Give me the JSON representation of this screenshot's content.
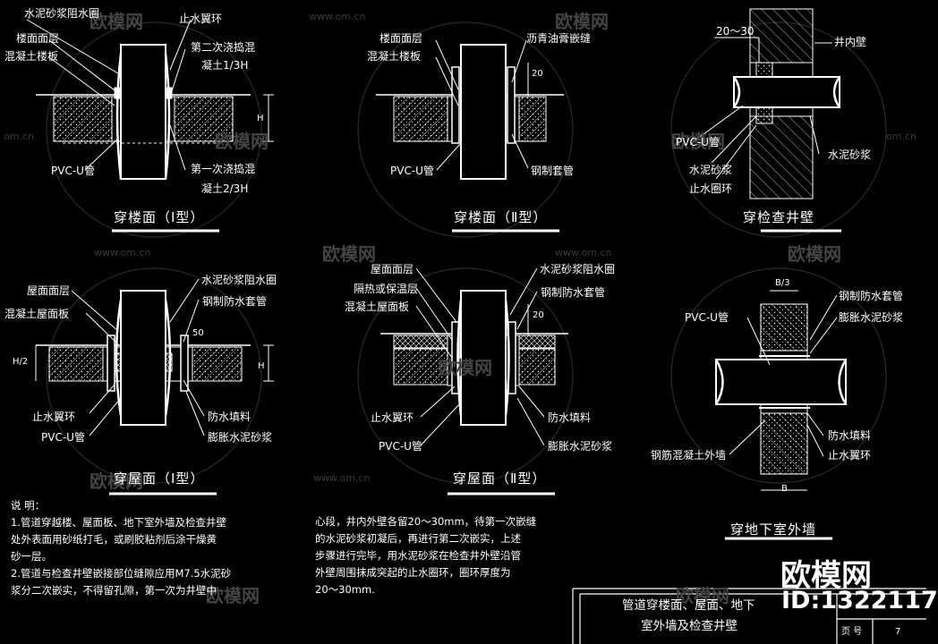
{
  "panels": {
    "p1": {
      "title": "穿楼面（Ⅰ型）",
      "labels": [
        "水泥砂浆阻水圈",
        "楼面面层",
        "混凝土楼板",
        "PVC-U管",
        "止水翼环",
        "第二次浇捣混",
        "凝土1/3H",
        "第一次浇捣混",
        "凝土2/3H"
      ],
      "dim": "H"
    },
    "p2": {
      "title": "穿楼面（Ⅱ型）",
      "labels": [
        "楼面面层",
        "混凝土楼板",
        "沥青油膏嵌缝",
        "PVC-U管",
        "钢制套管"
      ],
      "dim": "20"
    },
    "p3": {
      "title": "穿检查井壁",
      "labels": [
        "20～30",
        "井内壁",
        "PVC-U管",
        "水泥砂浆",
        "水泥砂浆",
        "止水圈环"
      ]
    },
    "p4": {
      "title": "穿屋面（Ⅰ型）",
      "labels": [
        "屋面面层",
        "混凝土屋面板",
        "水泥砂浆阻水圈",
        "钢制防水套管",
        "止水翼环",
        "PVC-U管",
        "防水填料",
        "膨胀水泥砂浆"
      ],
      "dims": [
        "H/2",
        "H",
        "50"
      ]
    },
    "p5": {
      "title": "穿屋面（Ⅱ型）",
      "labels": [
        "屋面面层",
        "隔热或保温层",
        "混凝土屋面板",
        "水泥砂浆阻水圈",
        "钢制防水套管",
        "止水翼环",
        "防水填料",
        "PVC-U管",
        "膨胀水泥砂浆"
      ],
      "dim": "20"
    },
    "p6": {
      "title": "穿地下室外墙",
      "labels": [
        "B/3",
        "PVC-U管",
        "钢制防水套管",
        "膨胀水泥砂浆",
        "防水填料",
        "钢筋混凝土外墙",
        "止水翼环"
      ],
      "dim": "B"
    }
  },
  "notes": {
    "left": [
      "说  明：",
      "1.管道穿越楼、屋面板、地下室外墙及检查井壁",
      "  处外表面用砂纸打毛，或刷胶粘剂后涂干燥黄",
      "  砂一层。",
      "2.管道与检查井壁嵌接部位缝隙应用M7.5水泥砂",
      "  浆分二次嵌实，不得留孔隙，第一次为井壁中"
    ],
    "right": [
      "心段，井内外壁各留20～30mm，待第一次嵌缝",
      "的水泥砂浆初凝后，再进行第二次嵌实，上述",
      "步骤进行完毕，用水泥砂浆在检查井外壁沿管",
      "外壁周围抹成突起的止水圈环，圈环厚度为",
      "20～30mm."
    ]
  },
  "titleblock": {
    "line1": "管道穿楼面、屋面、地下",
    "line2": "室外墙及检查井壁",
    "page_label": "页  号",
    "page_no": "7"
  },
  "watermark": {
    "brand": "欧模网",
    "url": "www.om.cn",
    "short": "om.cn",
    "id": "ID:1322117"
  }
}
